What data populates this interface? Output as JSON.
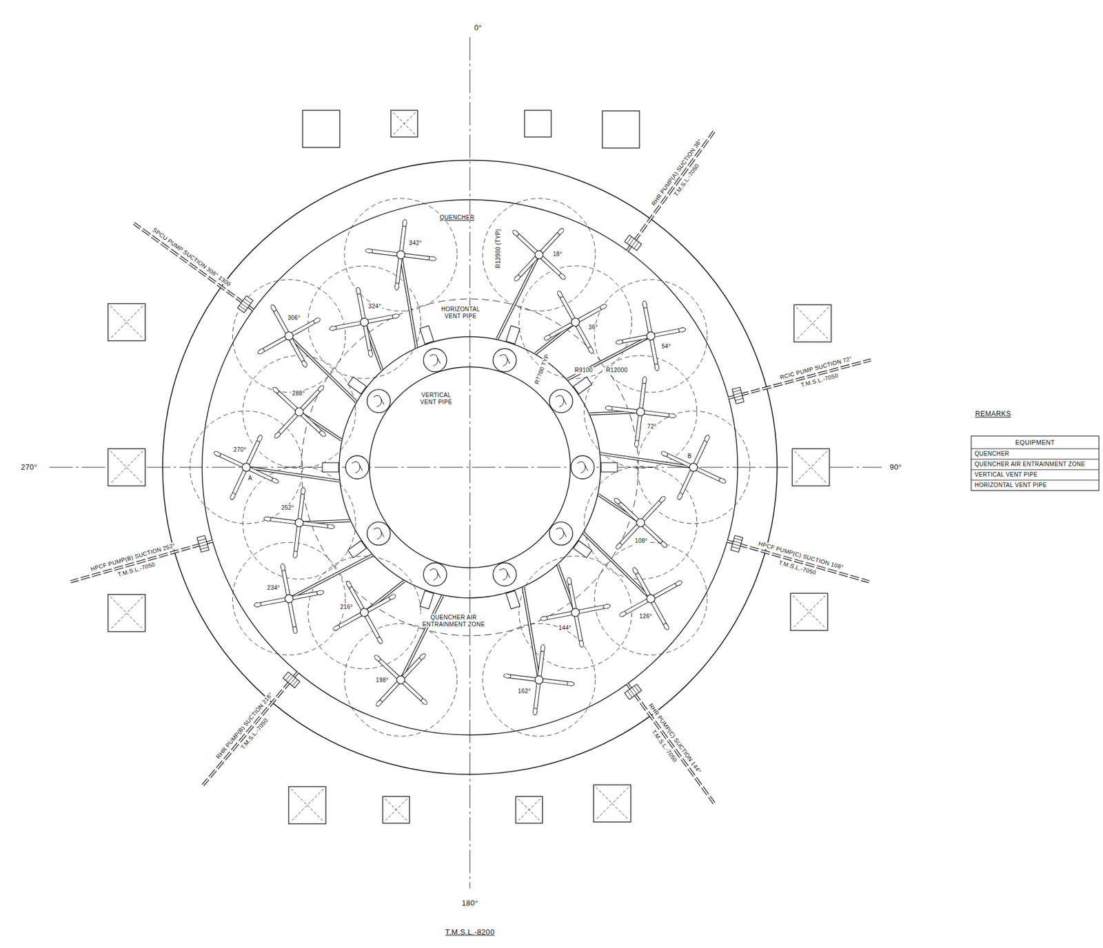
{
  "diagram": {
    "caption": "T.M.S.L.-8200",
    "labels": [
      "0°",
      "90°",
      "180°",
      "270°",
      "QUENCHER",
      "HORIZONTAL VENT PIPE",
      "VERTICAL VENT PIPE",
      "QUENCHER AIR ENTRAINMENT ZONE",
      "R13900 (TYP)",
      "R7700 TYP",
      "R9100",
      "R12000",
      "SPCU PUMP SUCTION 306° 1300",
      "RHR PUMP(A) SUCTION 36°",
      "T.M.S.L.-7050",
      "RCIC PUMP SUCTION 72°",
      "T.M.S.L.-7050",
      "HPCF PUMP(C) SUCTION 108°",
      "T.M.S.L.-7050",
      "RHR PUMP(C) SUCTION 144°",
      "T.M.S.L.-7050",
      "RHR PUMP(B) SUCTION 216°",
      "T.M.S.L.-7050",
      "HPCF PUMP(B) SUCTION 252°",
      "T.M.S.L.-7050",
      "18°",
      "36°",
      "54°",
      "72°",
      "108°",
      "126°",
      "144°",
      "162°",
      "198°",
      "216°",
      "234°",
      "252°",
      "270°",
      "288°",
      "306°",
      "324°",
      "342°",
      "A",
      "B",
      "REMARKS",
      "EQUIPMENT",
      "QUENCHER",
      "QUENCHER AIR ENTRAINMENT ZONE",
      "VERTICAL VENT PIPE",
      "HORIZONTAL VENT PIPE"
    ]
  }
}
